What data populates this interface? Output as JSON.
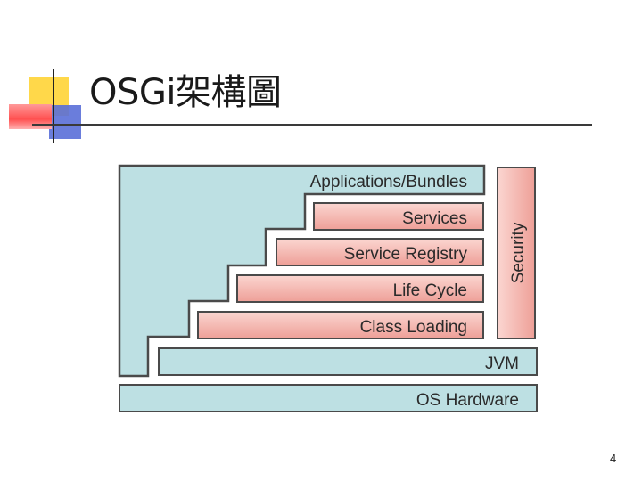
{
  "slide": {
    "title": "OSGi架構圖",
    "page_number": "4"
  },
  "colors": {
    "teal_fill": "#bde0e3",
    "pink_fill": "#f1b3ac",
    "outline": "#4a4a4a",
    "deco_yellow": "#ffd700",
    "deco_red": "#ff4040",
    "deco_blue": "#3a5cd6"
  },
  "diagram": {
    "applications": "Applications/Bundles",
    "services": "Services",
    "service_registry": "Service Registry",
    "life_cycle": "Life Cycle",
    "class_loading": "Class Loading",
    "jvm": "JVM",
    "os_hardware": "OS Hardware",
    "security": "Security"
  }
}
